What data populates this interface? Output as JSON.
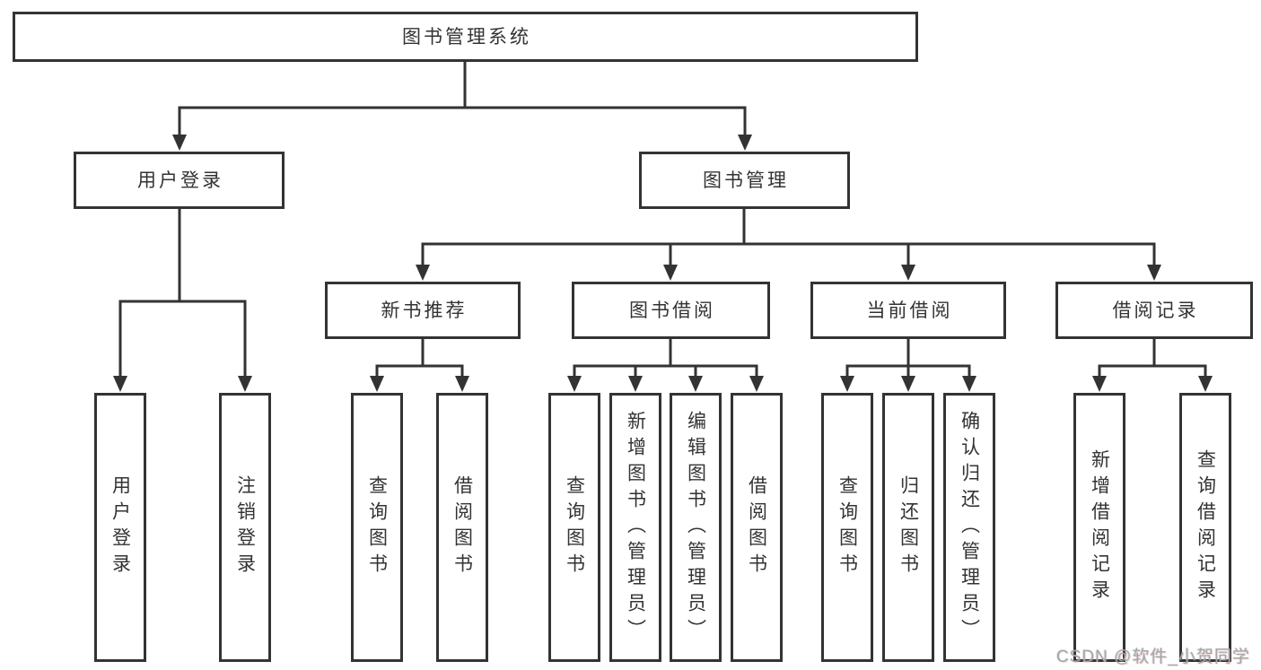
{
  "diagram": {
    "root": {
      "label": "图书管理系统"
    },
    "branches": [
      {
        "label": "用户登录",
        "children": [
          {
            "label": "用户登录"
          },
          {
            "label": "注销登录"
          }
        ]
      },
      {
        "label": "图书管理",
        "children": [
          {
            "label": "新书推荐",
            "children": [
              {
                "label": "查询图书"
              },
              {
                "label": "借阅图书"
              }
            ]
          },
          {
            "label": "图书借阅",
            "children": [
              {
                "label": "查询图书"
              },
              {
                "label": "新增图书（管理员）"
              },
              {
                "label": "编辑图书（管理员）"
              },
              {
                "label": "借阅图书"
              }
            ]
          },
          {
            "label": "当前借阅",
            "children": [
              {
                "label": "查询图书"
              },
              {
                "label": "归还图书"
              },
              {
                "label": "确认归还（管理员）"
              }
            ]
          },
          {
            "label": "借阅记录",
            "children": [
              {
                "label": "新增借阅记录"
              },
              {
                "label": "查询借阅记录"
              }
            ]
          }
        ]
      }
    ]
  },
  "watermark": {
    "text": "CSDN @软件_小贺同学"
  },
  "colors": {
    "line": "#333333",
    "text": "#333333",
    "box_background": "#ffffff",
    "page_background": "#ffffff",
    "watermark": "#a6a6a6"
  }
}
